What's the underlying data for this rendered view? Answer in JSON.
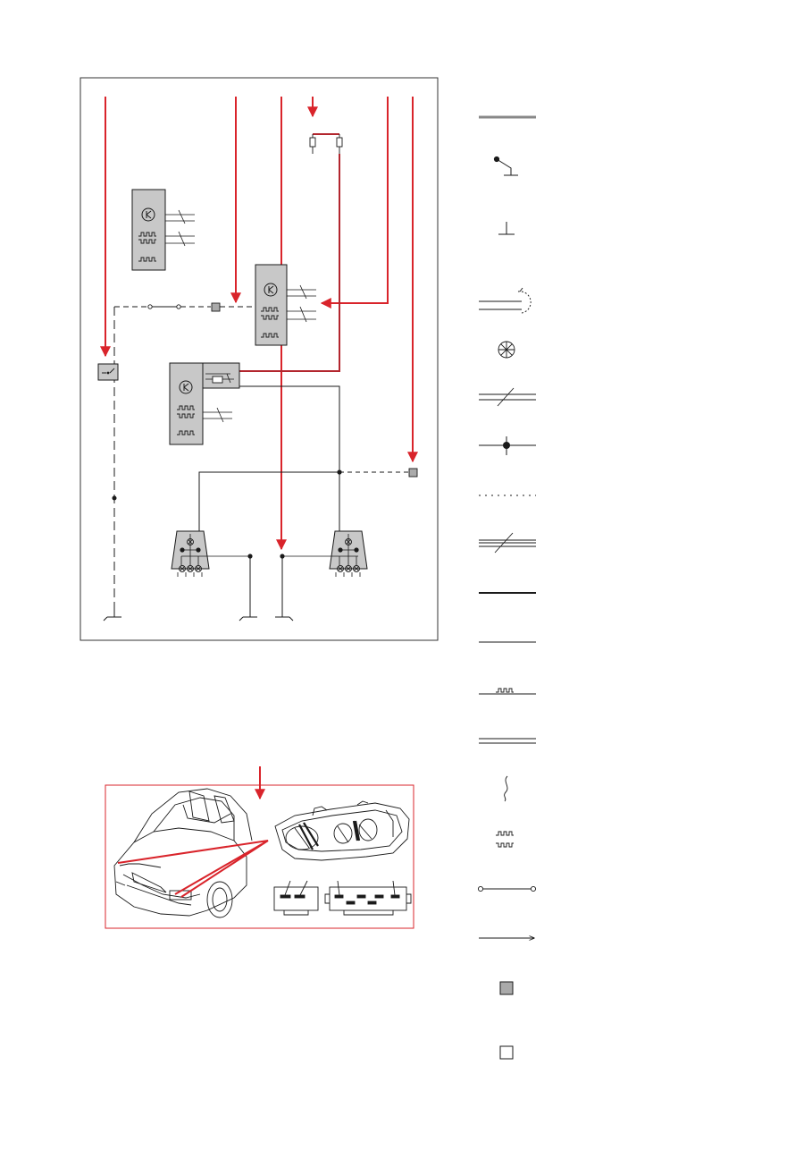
{
  "colors": {
    "line": "#1a1a1a",
    "callout": "#d9242b",
    "harness": "#b3262e",
    "module_fill": "#c8c8c8",
    "connector_fill": "#cccccc",
    "frame": "#333333"
  },
  "schematic": {
    "modules": [
      {
        "name": "control-module-top-left",
        "icon": "clock-k-icon"
      },
      {
        "name": "control-module-middle-right",
        "icon": "clock-k-icon"
      },
      {
        "name": "control-module-lower-left",
        "icon": "clock-k-icon"
      }
    ],
    "components": [
      "fuse-pair",
      "switch-box",
      "headlamp-left",
      "headlamp-right",
      "ground-points"
    ]
  },
  "locator": {
    "views": [
      "car-front-view",
      "headlamp-assembly",
      "connector-2-pin",
      "connector-multi-pin"
    ]
  },
  "legend": {
    "symbols": [
      "thick-gray-line-icon",
      "switch-to-ground-icon",
      "ground-symbol-icon",
      "screened-cable-icon",
      "lamp-symbol-icon",
      "twisted-pair-icon",
      "splice-junction-icon",
      "dotted-line-icon",
      "twisted-pair-double-icon",
      "thick-line-icon",
      "thin-line-icon",
      "pulse-signal-line-icon",
      "double-line-icon",
      "break-symbol-icon",
      "data-signal-pair-icon",
      "line-with-terminals-icon",
      "arrow-line-icon",
      "filled-gray-box-icon",
      "empty-box-icon"
    ]
  }
}
